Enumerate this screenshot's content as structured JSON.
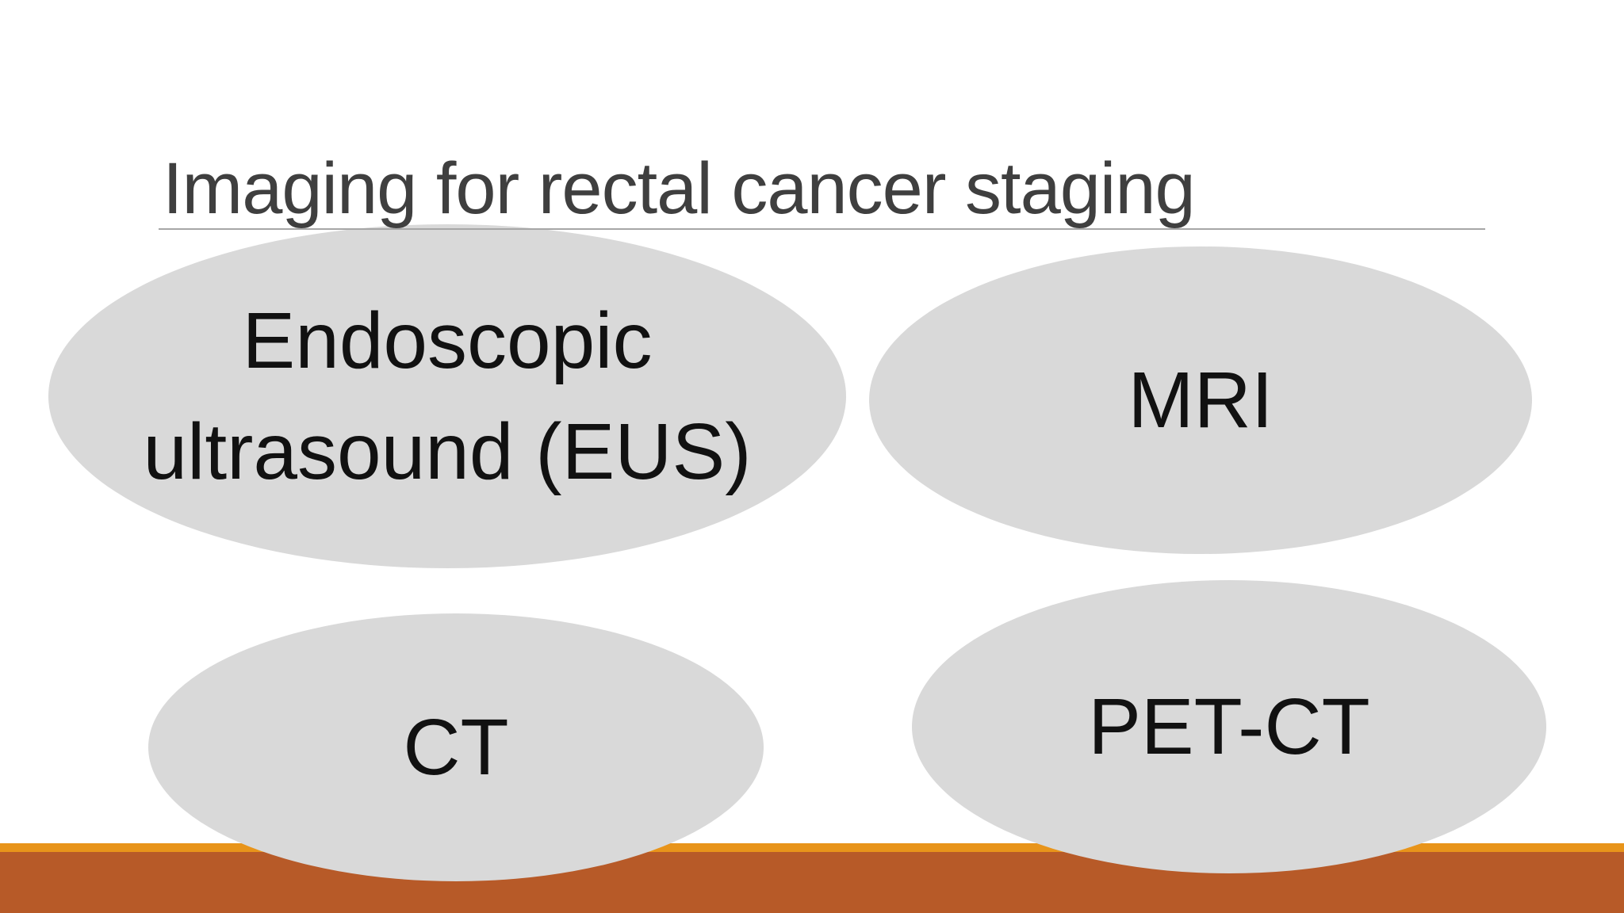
{
  "slide": {
    "title": "Imaging for rectal cancer staging",
    "shapes": [
      {
        "id": "eus",
        "label": "Endoscopic ultrasound (EUS)"
      },
      {
        "id": "mri",
        "label": "MRI"
      },
      {
        "id": "ct",
        "label": "CT"
      },
      {
        "id": "petct",
        "label": "PET-CT"
      }
    ]
  },
  "colors": {
    "ellipse_gray": "#D9D9D9",
    "band_amber": "#E8941A",
    "band_rust": "#B75A28",
    "title_gray": "#3F3F3F",
    "rule_gray": "#A6A6A6",
    "label_black": "#111111"
  }
}
